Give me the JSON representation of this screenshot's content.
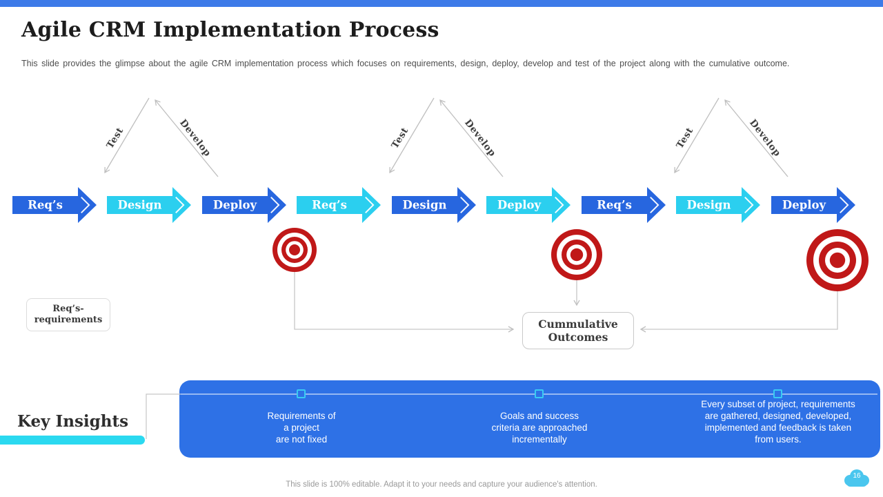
{
  "slide": {
    "title": "Agile CRM Implementation Process",
    "subtitle": "This slide provides the glimpse about the agile CRM implementation process which focuses on requirements, design, deploy, develop and test of the project along with the cumulative outcome.",
    "footer": "This slide is 100% editable. Adapt it to your needs and capture your audience's attention.",
    "page_number": "16"
  },
  "colors": {
    "top_bar_blue": "#3D7AE8",
    "arrow_blue": "#2766DF",
    "arrow_cyan": "#2BCFEF",
    "panel_blue": "#2E71E6",
    "underline_cyan": "#2BD9F0",
    "target_red": "#C01818",
    "connector_gray": "#BFBFBF",
    "cloud_blue": "#4AC6EE"
  },
  "process": {
    "cycle_labels": {
      "test": "Test",
      "develop": "Develop"
    },
    "steps": [
      {
        "label": "Req’s"
      },
      {
        "label": "Design"
      },
      {
        "label": "Deploy"
      },
      {
        "label": "Req’s"
      },
      {
        "label": "Design"
      },
      {
        "label": "Deploy"
      },
      {
        "label": "Req’s"
      },
      {
        "label": "Design"
      },
      {
        "label": "Deploy"
      }
    ],
    "legend": {
      "text": "Req’s-\nrequirements"
    },
    "outcome": {
      "text": "Cummulative\nOutcomes"
    }
  },
  "key_insights": {
    "heading": "Key Insights",
    "items": [
      "Requirements of\na project\nare not fixed",
      "Goals and success\ncriteria are approached\nincrementally",
      "Every subset of project, requirements\nare gathered, designed, developed,\nimplemented and feedback is taken\nfrom users."
    ]
  }
}
